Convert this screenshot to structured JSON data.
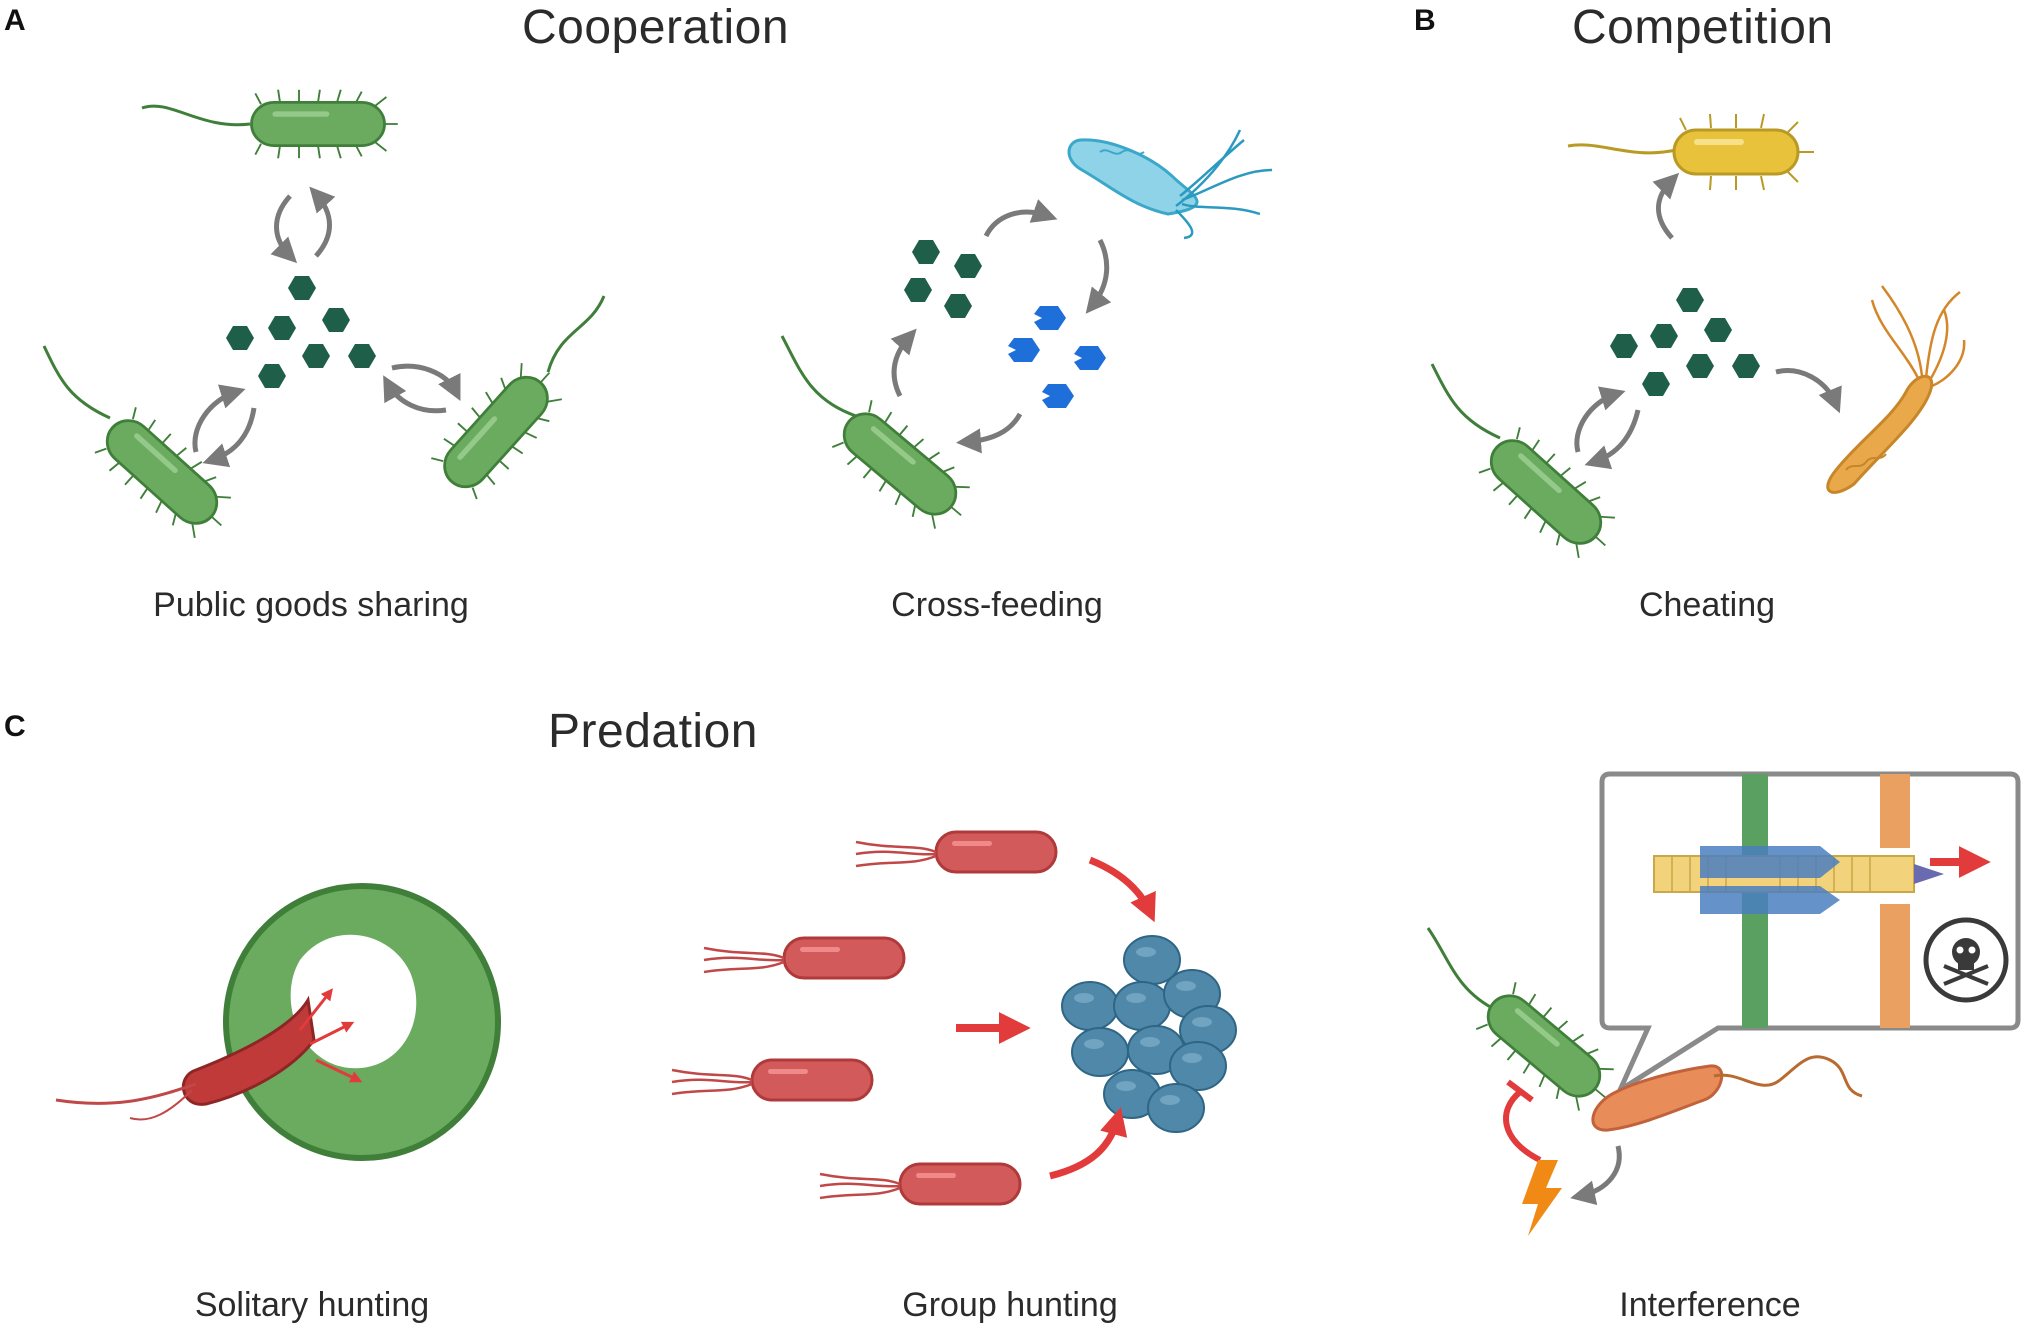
{
  "panels": {
    "a": {
      "letter": "A",
      "title": "Cooperation",
      "captions": [
        "Public goods sharing",
        "Cross-feeding"
      ]
    },
    "b": {
      "letter": "B",
      "title": "Competition",
      "captions": [
        "Cheating"
      ]
    },
    "c": {
      "letter": "C",
      "title": "Predation",
      "captions": [
        "Solitary hunting",
        "Group hunting",
        "Interference"
      ]
    }
  },
  "colors": {
    "bacterium_green": "#6aab5f",
    "bacterium_green_dark": "#3f7f3a",
    "public_good": "#1f5f4a",
    "product_blue": "#1e6fd9",
    "helicobacter_cyan": "#8fd3e8",
    "cheater_yellow": "#e8c23a",
    "orange_cell": "#e9a84a",
    "predator_red": "#d35a5a",
    "prey_blue": "#4f88a8",
    "arrow_red": "#e23b3b",
    "arrow_grey": "#7a7a7a",
    "lightning": "#f08a14"
  },
  "icons": [
    "skull-crossbones-icon",
    "lightning-icon"
  ]
}
